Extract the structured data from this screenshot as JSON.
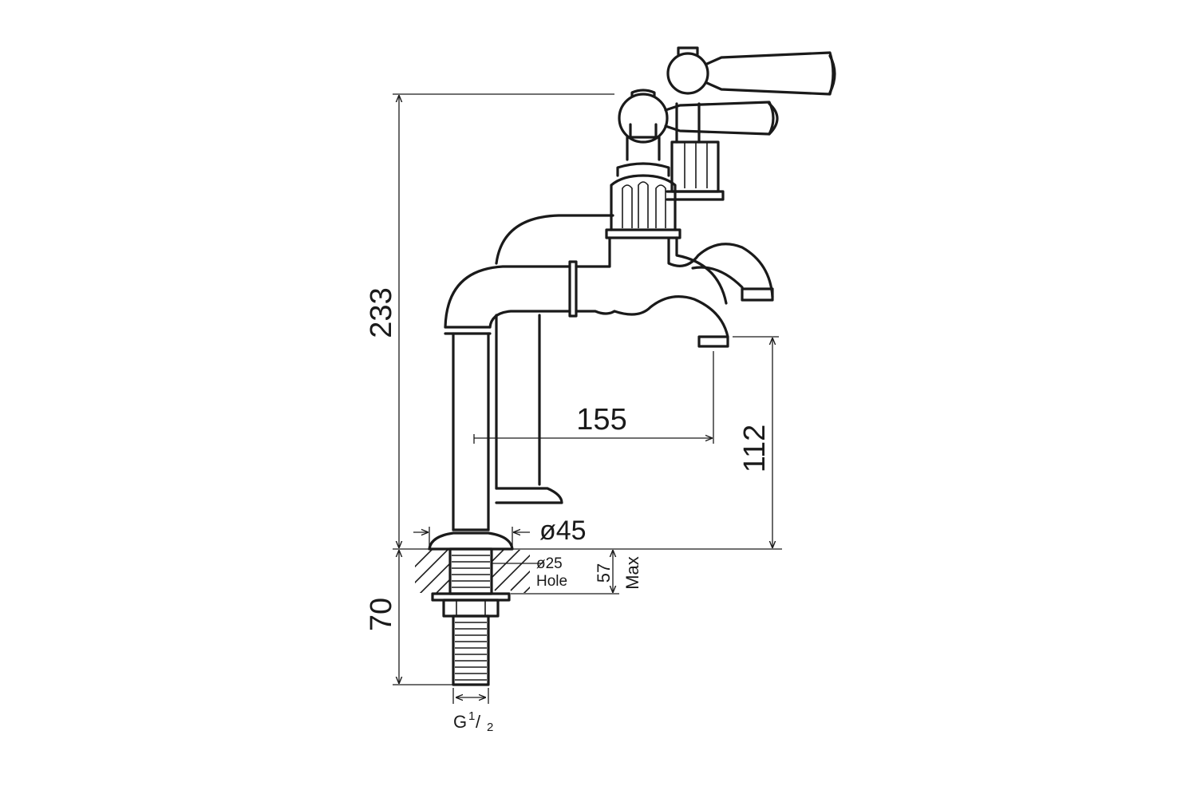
{
  "diagram": {
    "dimensions": {
      "overall_height": "233",
      "spout_height": "112",
      "spout_reach": "155",
      "base_diameter": "ø45",
      "hole_diameter": "ø25",
      "hole_word": "Hole",
      "max_deck": "57",
      "max_word": "Max",
      "shank_length": "70",
      "thread": "G",
      "thread_num": "1",
      "thread_slash": "/",
      "thread_den": "2"
    },
    "colors": {
      "line": "#1a1a1a",
      "background": "#ffffff"
    }
  }
}
